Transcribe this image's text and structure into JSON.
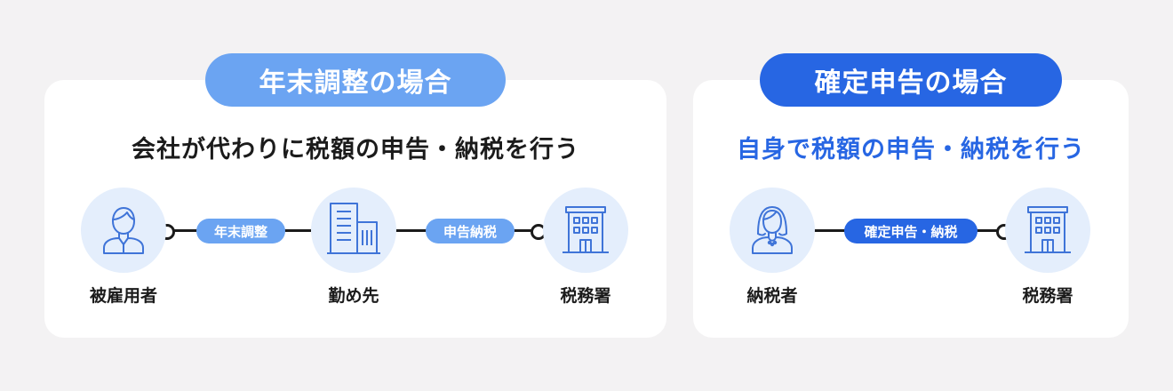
{
  "left": {
    "title": "年末調整の場合",
    "subtitle": "会社が代わりに税額の申告・納税を行う",
    "nodes": [
      "被雇用者",
      "勤め先",
      "税務署"
    ],
    "edges": [
      "年末調整",
      "申告納税"
    ],
    "icons": [
      "male-person-icon",
      "office-building-icon",
      "tax-office-building-icon"
    ]
  },
  "right": {
    "title": "確定申告の場合",
    "subtitle": "自身で税額の申告・納税を行う",
    "nodes": [
      "納税者",
      "税務署"
    ],
    "edges": [
      "確定申告・納税"
    ],
    "icons": [
      "female-person-icon",
      "tax-office-building-icon"
    ]
  },
  "colors": {
    "accent_light": "#6ba4f2",
    "accent_dark": "#2766e3",
    "icon_stroke": "#3f74d8",
    "icon_bg": "#e4eefc",
    "background": "#f3f2f3"
  }
}
